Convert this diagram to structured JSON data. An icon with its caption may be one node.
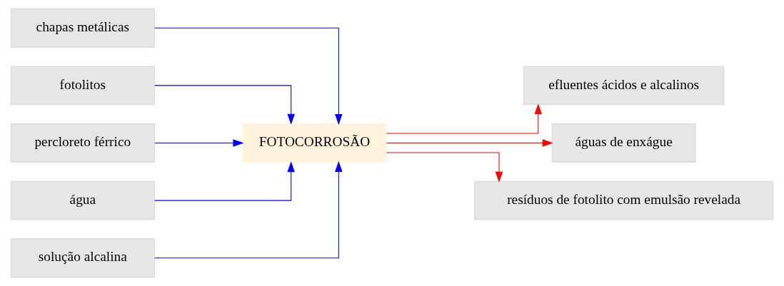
{
  "diagram": {
    "nodes": [
      {
        "text": [
          "chapas metálicas"
        ]
      },
      {
        "text": [
          "fotolitos"
        ]
      },
      {
        "text": [
          "percloreto férrico"
        ]
      },
      {
        "text": [
          "água"
        ]
      },
      {
        "text": [
          "solução alcalina"
        ]
      },
      {
        "text": [
          "FOTOCORROSÃO"
        ]
      },
      {
        "text": [
          "efluentes ácidos e alcalinos"
        ]
      },
      {
        "text": [
          "águas de enxágue"
        ]
      },
      {
        "text": [
          "resíduos de fotolito com emulsão revelada"
        ]
      }
    ],
    "edges": [
      {
        "from": 0,
        "to": 5,
        "arrow": "to"
      },
      {
        "from": 1,
        "to": 5,
        "arrow": "to"
      },
      {
        "from": 2,
        "to": 5,
        "arrow": "to"
      },
      {
        "from": 3,
        "to": 5,
        "arrow": "to"
      },
      {
        "from": 4,
        "to": 5,
        "arrow": "to"
      },
      {
        "from": 5,
        "to": 6,
        "arrow": "to",
        "color": "#ff0000"
      },
      {
        "from": 5,
        "to": 7,
        "arrow": "to",
        "color": "#ff0000"
      },
      {
        "from": 5,
        "to": 8,
        "arrow": "to",
        "color": "#ff0000"
      }
    ]
  }
}
